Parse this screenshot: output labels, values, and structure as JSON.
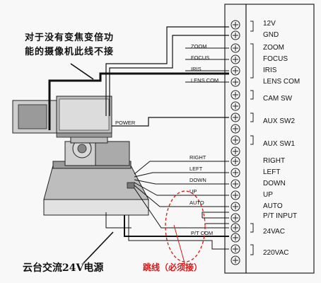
{
  "annotations": {
    "top_note_line1": "对于没有变焦变倍功",
    "top_note_line2": "能的摄像机此线不接",
    "bottom_note": "云台交流24V电源",
    "red_note": "跳线（必须接）"
  },
  "camera_labels": {
    "power": "POWER"
  },
  "wire_labels": {
    "zoom": "ZOOM",
    "focus": "FOCUS",
    "iris": "IRIS",
    "lens_com": "LENS COM",
    "right": "RIGHT",
    "left": "LEFT",
    "down": "DOWN",
    "up": "UP",
    "auto": "AUTO",
    "pt_com": "P/T COM"
  },
  "terminal_labels": {
    "v12": "12V",
    "gnd": "GND",
    "zoom": "ZOOM",
    "focus": "FOCUS",
    "iris": "IRIS",
    "lens_com": "LENS COM",
    "cam_sw": "CAM SW",
    "aux_sw2": "AUX SW2",
    "aux_sw1": "AUX SW1",
    "right": "RIGHT",
    "left": "LEFT",
    "down": "DOWN",
    "up": "UP",
    "auto": "AUTO",
    "pt_input": "P/T INPUT",
    "v24ac": "24VAC",
    "v220ac": "220VAC"
  },
  "colors": {
    "annotation_red": "#d41818",
    "wire": "#111111",
    "background": "#f8f8f8"
  }
}
